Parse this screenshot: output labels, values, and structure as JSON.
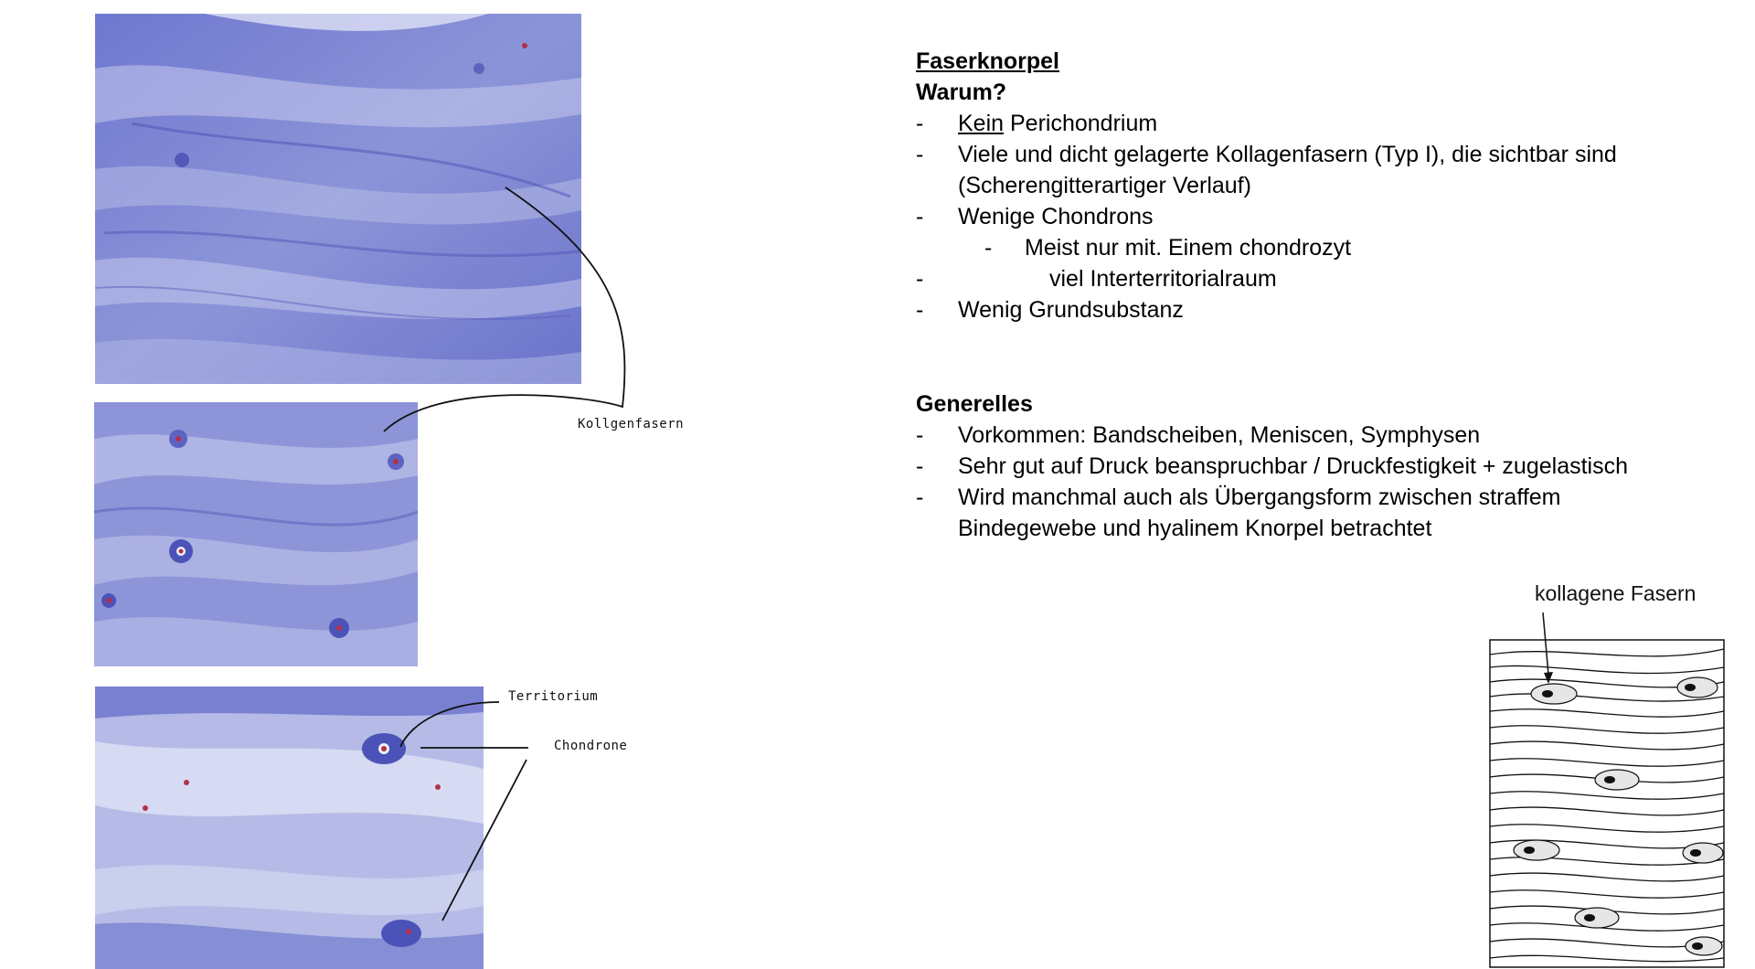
{
  "annotations": {
    "kollagenfasern": "Kollgenfasern",
    "territorium": "Territorium",
    "chondrone": "Chondrone"
  },
  "block1": {
    "title": "Faserknorpel",
    "question": "Warum?",
    "item1_underlined": "Kein",
    "item1_rest": " Perichondrium",
    "item2_line1": "Viele und dicht gelagerte Kollagenfasern (Typ I), die sichtbar sind",
    "item2_line2": "(Scherengitterartiger Verlauf)",
    "item3": "Wenige Chondrons",
    "item3_sub": "Meist nur mit. Einem chondrozyt",
    "item4": "viel Interterritorialraum",
    "item5": "Wenig Grundsubstanz"
  },
  "block2": {
    "title": "Generelles",
    "item1": "Vorkommen: Bandscheiben, Meniscen, Symphysen",
    "item2": "Sehr gut auf Druck beanspruchbar / Druckfestigkeit + zugelastisch",
    "item3_line1": "Wird manchmal auch als Übergangsform zwischen straffem",
    "item3_line2": "Bindegewebe und hyalinem Knorpel betrachtet"
  },
  "schema": {
    "label": "kollagene Fasern"
  },
  "dash": "-",
  "colors": {
    "stain_light": "#c9ccea",
    "stain_mid": "#7d86d4",
    "stain_dark": "#4c53b8",
    "nucleus_red": "#b3304a"
  }
}
